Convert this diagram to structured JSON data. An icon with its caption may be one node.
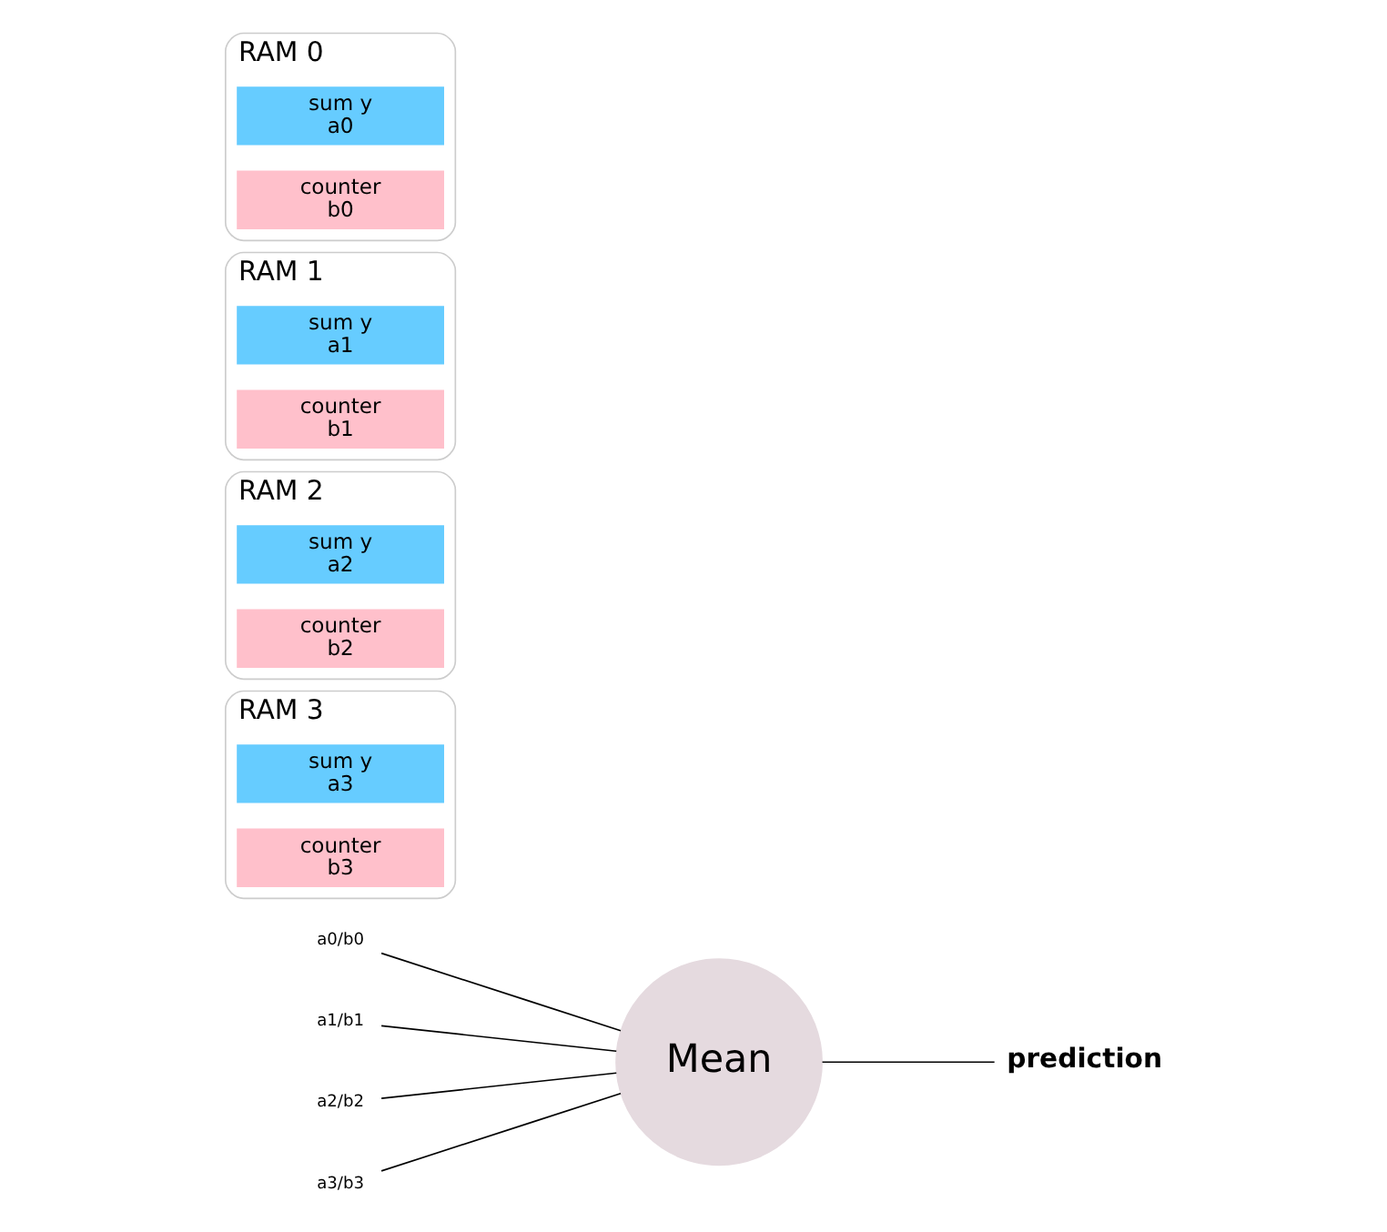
{
  "diagram": {
    "nodes": [
      {
        "text": [
          "RAM 0"
        ]
      },
      {
        "text": [
          "sum y",
          "a0"
        ],
        "in": 0
      },
      {
        "text": [
          "counter",
          "b0"
        ],
        "in": 0
      },
      {
        "text": [
          "a0/b0"
        ]
      },
      {
        "text": [
          "RAM 1"
        ]
      },
      {
        "text": [
          "sum y",
          "a1"
        ],
        "in": 4
      },
      {
        "text": [
          "counter",
          "b1"
        ],
        "in": 4
      },
      {
        "text": [
          "a1/b1"
        ]
      },
      {
        "text": [
          "RAM 2"
        ]
      },
      {
        "text": [
          "sum y",
          "a2"
        ],
        "in": 8
      },
      {
        "text": [
          "counter",
          "b2"
        ],
        "in": 8
      },
      {
        "text": [
          "a2/b2"
        ]
      },
      {
        "text": [
          "RAM 3"
        ]
      },
      {
        "text": [
          "sum y",
          "a3"
        ],
        "in": 12
      },
      {
        "text": [
          "counter",
          "b3"
        ],
        "in": 12
      },
      {
        "text": [
          "a3/b3"
        ]
      },
      {
        "text": [
          "Mean"
        ]
      },
      {
        "text": [
          "prediction"
        ]
      }
    ],
    "edges": [
      {
        "from": 3,
        "to": 16,
        "arrow": "none"
      },
      {
        "from": 7,
        "to": 16,
        "arrow": "none"
      },
      {
        "from": 11,
        "to": 16,
        "arrow": "none"
      },
      {
        "from": 15,
        "to": 16,
        "arrow": "none"
      },
      {
        "from": 16,
        "to": 17,
        "arrow": "none"
      }
    ]
  }
}
